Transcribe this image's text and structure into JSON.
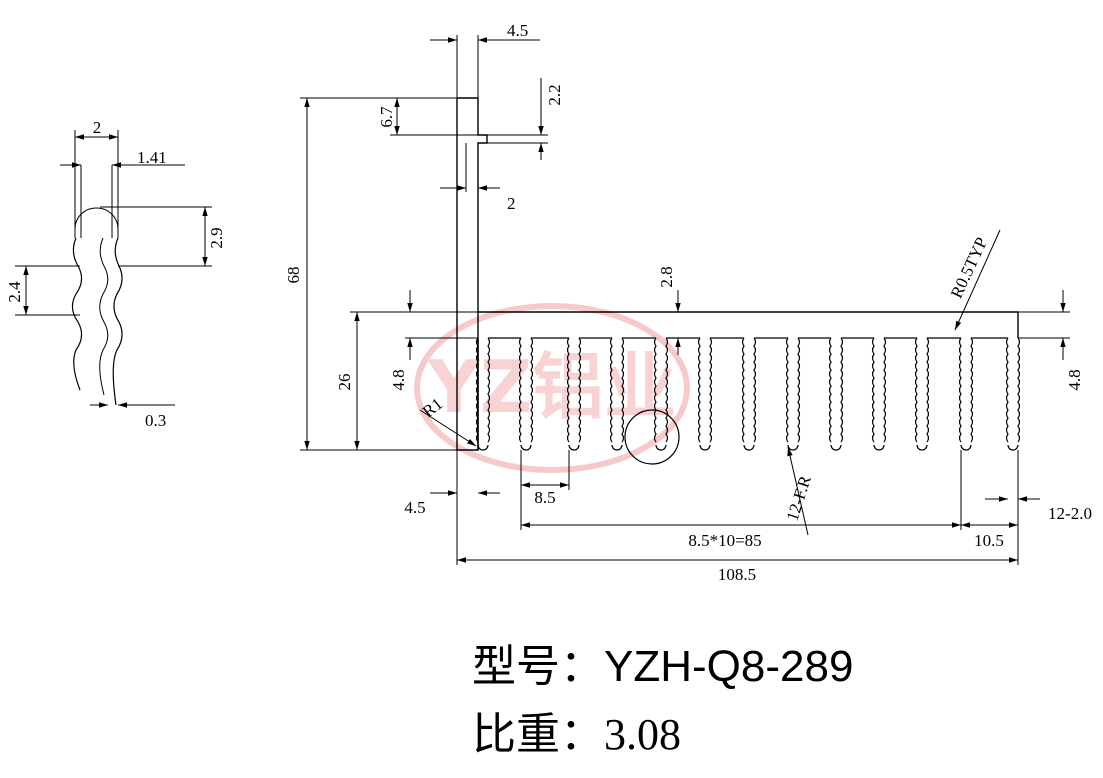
{
  "watermark": {
    "text": "YZ铝业",
    "color": "#f08a8a"
  },
  "profile_detail": {
    "dims": {
      "width": "2",
      "inner_width": "1.41",
      "pitch": "2.4",
      "height": "2.9",
      "thickness": "0.3"
    }
  },
  "section": {
    "dims": {
      "top_thickness": "4.5",
      "slot_height": "6.7",
      "slot_gap": "2.2",
      "slot_width": "2",
      "total_height": "68",
      "base_height": "26",
      "fin_root": "2.8",
      "radius_typ": "R0.5TYP",
      "base_thickness_left": "4.8",
      "base_thickness_right": "4.8",
      "radius_corner": "R1",
      "fin_note": "12-F.R",
      "fin_pitch": "8.5",
      "fin_span": "8.5*10=85",
      "end_gap": "10.5",
      "end_fin": "12-2.0",
      "left_offset": "4.5",
      "total_width": "108.5"
    }
  },
  "caption": {
    "model_label": "型号：",
    "model_value": "YZH-Q8-289",
    "weight_label": "比重：",
    "weight_value": "3.08"
  }
}
